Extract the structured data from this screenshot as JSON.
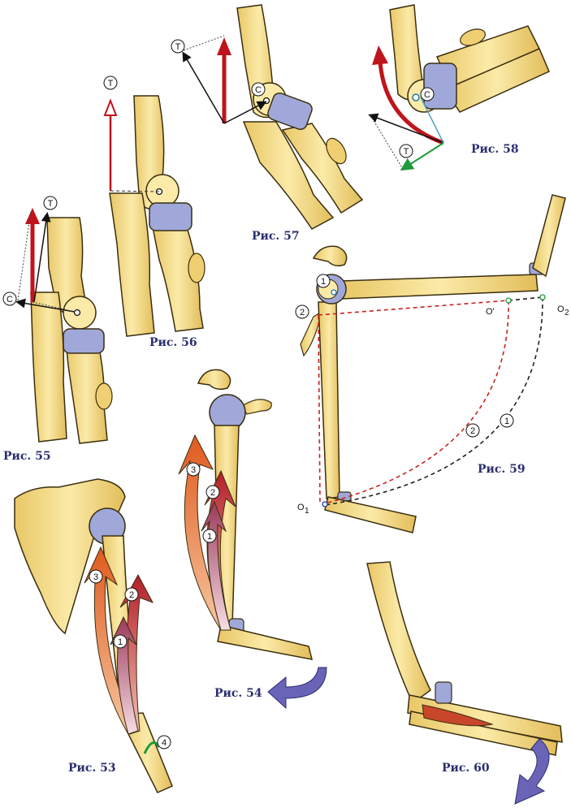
{
  "captions": {
    "fig53": "Рис. 53",
    "fig54": "Рис. 54",
    "fig55": "Рис. 55",
    "fig56": "Рис. 56",
    "fig57": "Рис. 57",
    "fig58": "Рис. 58",
    "fig59": "Рис. 59",
    "fig60": "Рис. 60"
  },
  "labels": {
    "t": "T",
    "c": "C",
    "n1": "1",
    "n2": "2",
    "n3": "3",
    "n4": "4",
    "o1": "O",
    "o1_sub": "1",
    "o2": "O",
    "o2_sub": "2",
    "o_prime": "O'"
  },
  "colors": {
    "bone": "#f4dc8c",
    "bone_outline": "#3a2e10",
    "cartilage": "#9fa8d8",
    "force_red": "#c0141c",
    "arc_red": "#c8231e",
    "arc_black": "#222222",
    "caption": "#2a2f6e",
    "rotation_arrow": "#6a64b8",
    "green_vector": "#1f9a3a"
  }
}
